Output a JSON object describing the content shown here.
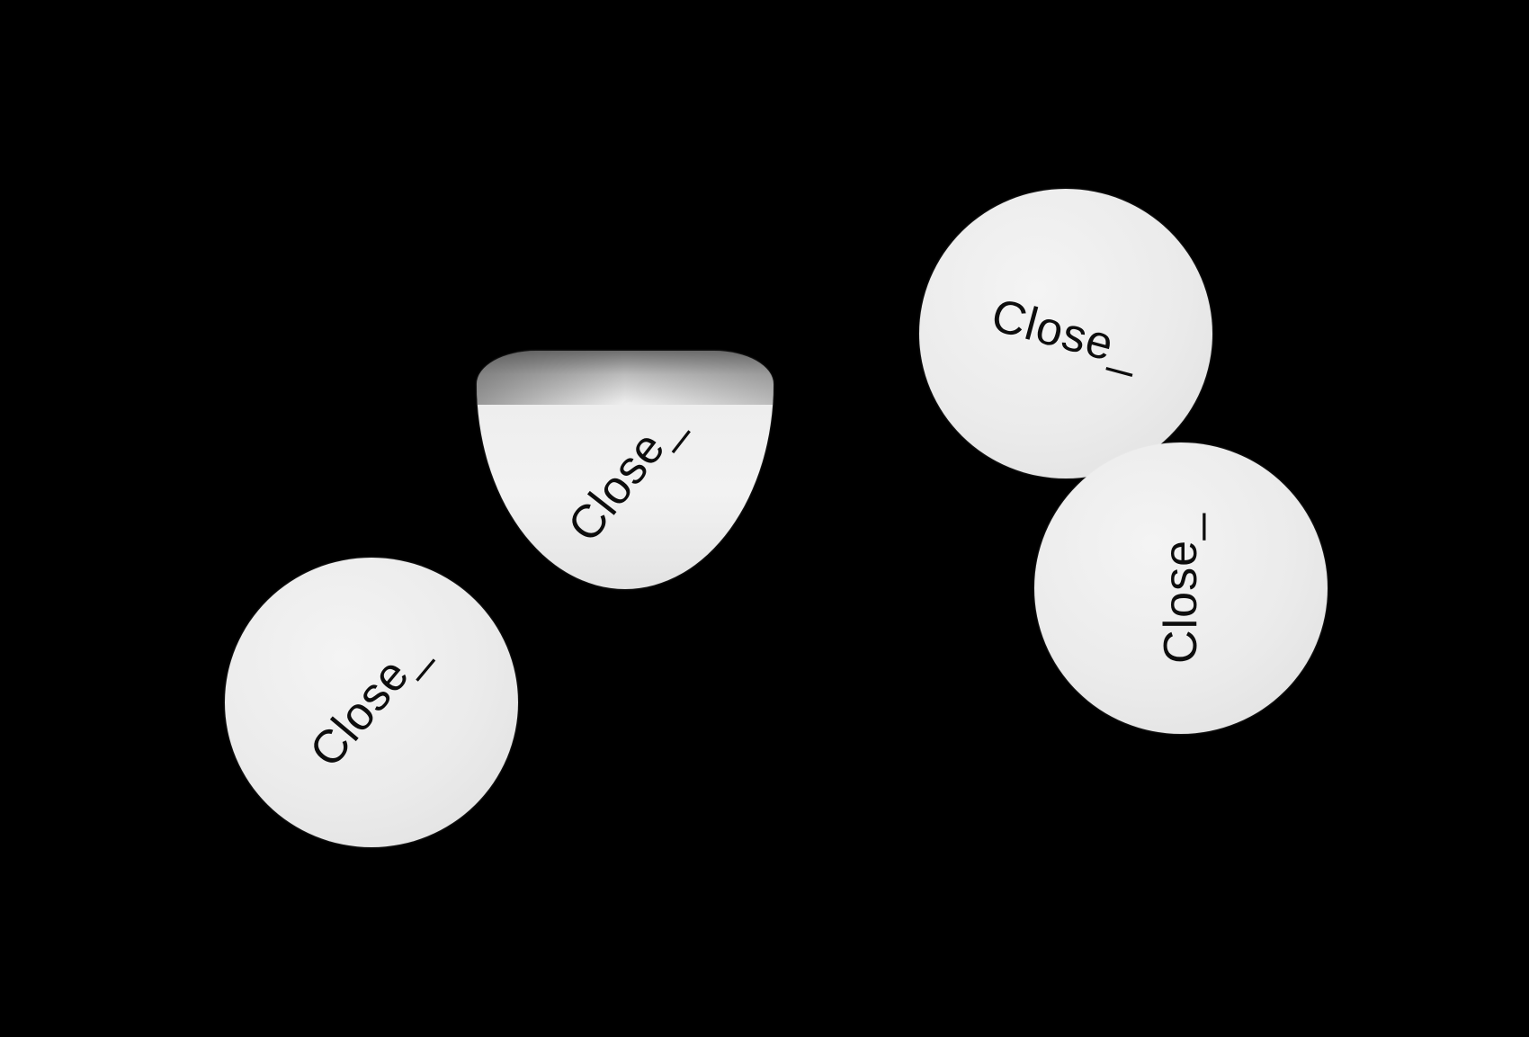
{
  "background_color": "#000000",
  "sticker_color": "#eeeeee",
  "text_color": "#0d0d0d",
  "stickers": [
    {
      "label": "Close_"
    },
    {
      "label": "Close_"
    },
    {
      "label": "Close_"
    },
    {
      "label": "Close_"
    }
  ]
}
